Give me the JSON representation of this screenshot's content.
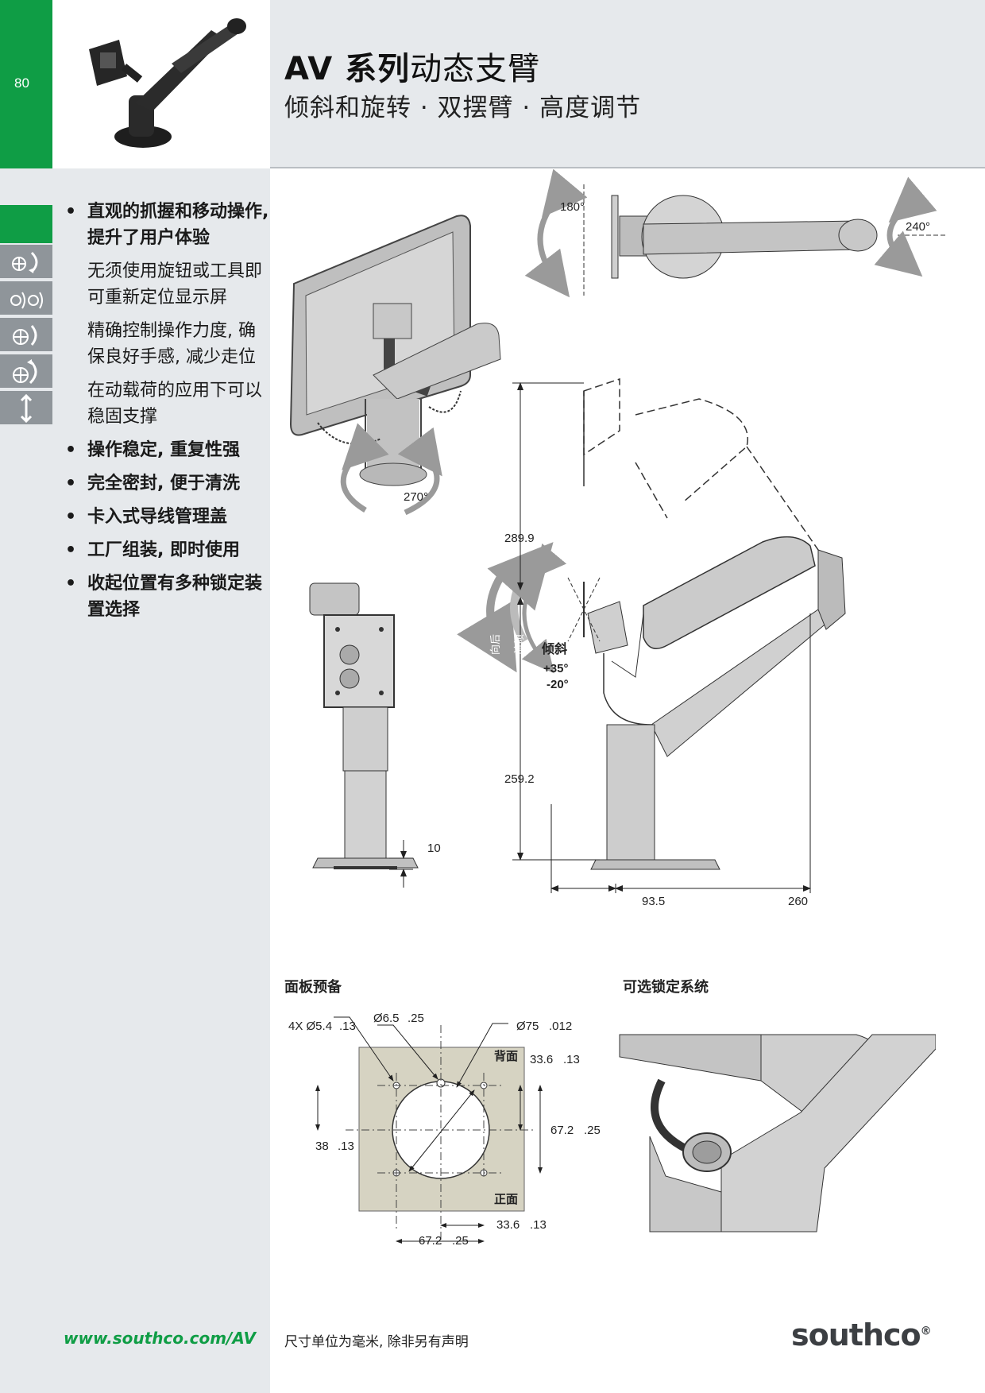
{
  "header": {
    "page_number": "80",
    "title_bold": "AV 系列",
    "title_rest": "动态支臂",
    "subtitle": "倾斜和旋转 · 双摆臂 · 高度调节"
  },
  "features": [
    {
      "text": "直观的抓握和移动操作, 提升了用户体验",
      "bold": true
    },
    {
      "text": "无须使用旋钮或工具即可重新定位显示屏",
      "bold": false
    },
    {
      "text": "精确控制操作力度, 确保良好手感, 减少走位",
      "bold": false
    },
    {
      "text": "在动载荷的应用下可以稳固支撑",
      "bold": false
    },
    {
      "text": "操作稳定, 重复性强",
      "bold": true
    },
    {
      "text": "完全密封, 便于清洗",
      "bold": true
    },
    {
      "text": "卡入式导线管理盖",
      "bold": true
    },
    {
      "text": "工厂组装, 即时使用",
      "bold": true
    },
    {
      "text": "收起位置有多种锁定装置选择",
      "bold": true
    }
  ],
  "sidebar_icons": [
    "tilt-rotate-icon",
    "double-swing-icon",
    "tilt-icon",
    "rotate-icon",
    "height-adjust-icon"
  ],
  "drawing": {
    "angle_180": "180°",
    "angle_240": "240°",
    "angle_270": "270°",
    "tilt_label": "倾斜",
    "tilt_up": "+35°",
    "tilt_down": "-20°",
    "tilt_up_arrow": "向后",
    "tilt_down_arrow": "前倾",
    "dim_height_upper": "289.9",
    "dim_height_lower": "259.2",
    "dim_base": "10",
    "dim_offset": "93.5",
    "dim_reach": "260"
  },
  "panel": {
    "title": "面板预备",
    "hole_4x": "4X Ø5.4",
    "hole_4x_tol": ".13",
    "hole_center": "Ø6.5",
    "hole_center_tol": ".25",
    "big_hole": "Ø75",
    "big_hole_tol": ".012",
    "back_label": "背面",
    "front_label": "正面",
    "dim_top_right": "33.6",
    "dim_top_right_tol": ".13",
    "dim_right_v": "67.2",
    "dim_right_v_tol": ".25",
    "dim_left_v": "38",
    "dim_left_v_tol": ".13",
    "dim_bottom_right": "33.6",
    "dim_bottom_right_tol": ".13",
    "dim_bottom_h": "67.2",
    "dim_bottom_h_tol": ".25"
  },
  "lock": {
    "title": "可选锁定系统"
  },
  "footer": {
    "url": "www.southco.com/AV",
    "note": "尺寸单位为毫米, 除非另有声明",
    "logo": "southco",
    "logo_mark": "®"
  },
  "colors": {
    "brand_green": "#0f9d45",
    "panel_bg": "#e6e9ec",
    "icon_gray": "#8f959a",
    "plate_fill": "#d6d3c2"
  }
}
